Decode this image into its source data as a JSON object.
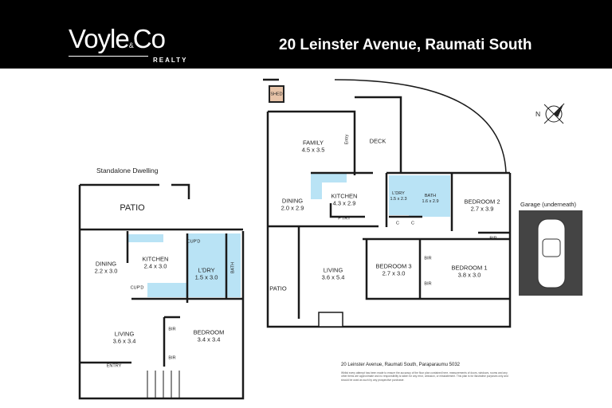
{
  "header": {
    "logo_text": "Voyle",
    "logo_amp": "&",
    "logo_co": "Co",
    "logo_sub": "REALTY",
    "title": "20 Leinster Avenue, Raumati South"
  },
  "colors": {
    "header_bg": "#000000",
    "wet_area": "#b9e3f5",
    "wall": "#1a1a1a",
    "shed": "#e8c4a8",
    "garage": "#444444"
  },
  "compass": {
    "icon": "north-arrow-icon",
    "label": "N"
  },
  "standalone": {
    "caption": "Standalone Dwelling",
    "rooms": [
      {
        "name": "PATIO",
        "size": ""
      },
      {
        "name": "DINING",
        "size": "2.2 x 3.0"
      },
      {
        "name": "KITCHEN",
        "size": "2.4 x 3.0"
      },
      {
        "name": "L'DRY",
        "size": "1.5 x 3.0"
      },
      {
        "name": "BATH",
        "size": ""
      },
      {
        "name": "CUP'D",
        "size": ""
      },
      {
        "name": "CUP'D",
        "size": ""
      },
      {
        "name": "LIVING",
        "size": "3.6 x 3.4"
      },
      {
        "name": "BEDROOM",
        "size": "3.4 x 3.4"
      },
      {
        "name": "BIR",
        "size": ""
      },
      {
        "name": "BIR",
        "size": ""
      },
      {
        "name": "ENTRY",
        "size": ""
      }
    ]
  },
  "main": {
    "rooms": [
      {
        "name": "SHED",
        "size": ""
      },
      {
        "name": "FAMILY",
        "size": "4.5 x 3.5"
      },
      {
        "name": "Entry",
        "size": ""
      },
      {
        "name": "DECK",
        "size": ""
      },
      {
        "name": "DINING",
        "size": "2.0 x 2.9"
      },
      {
        "name": "KITCHEN",
        "size": "4.3 x 2.9"
      },
      {
        "name": "P'TRY",
        "size": ""
      },
      {
        "name": "L'DRY",
        "size": "1.5 x 2.3"
      },
      {
        "name": "BATH",
        "size": "1.6 x 2.9"
      },
      {
        "name": "C",
        "size": ""
      },
      {
        "name": "C",
        "size": ""
      },
      {
        "name": "BEDROOM 2",
        "size": "2.7 x 3.9"
      },
      {
        "name": "BIR",
        "size": ""
      },
      {
        "name": "LIVING",
        "size": "3.6 x 5.4"
      },
      {
        "name": "PATIO",
        "size": ""
      },
      {
        "name": "BEDROOM 3",
        "size": "2.7 x 3.0"
      },
      {
        "name": "BIR",
        "size": ""
      },
      {
        "name": "BIR",
        "size": ""
      },
      {
        "name": "BEDROOM 1",
        "size": "3.8 x 3.0"
      }
    ]
  },
  "garage": {
    "caption": "Garage (underneath)"
  },
  "footer": {
    "address": "20 Leinster Avenue, Raumati South, Paraparaumu 5032",
    "disclaimer": "Whilst every attempt has been made to ensure the accuracy of the floor plan contained here, measurements of doors, windows, rooms and any other items are approximate and no responsibility is taken for any error, omission, or misstatement. This plan is for illustrative purposes only and should be used as such by any prospective purchaser."
  }
}
